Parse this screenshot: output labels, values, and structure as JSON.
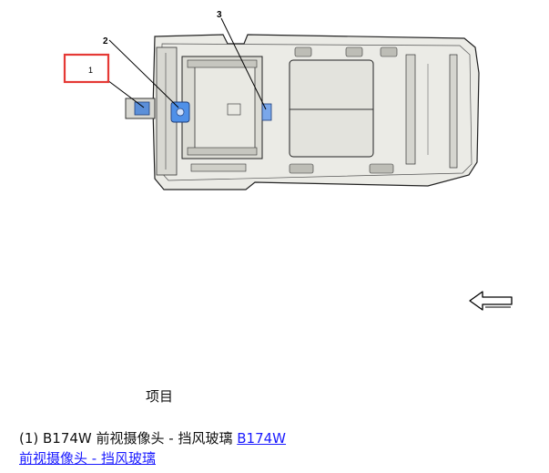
{
  "figure": {
    "callouts": [
      {
        "number": "1",
        "highlighted": true
      },
      {
        "number": "2",
        "highlighted": false
      },
      {
        "number": "3",
        "highlighted": false
      }
    ],
    "highlight_color": "#e53935",
    "component_color": "#4f90e8"
  },
  "table": {
    "header": "项目",
    "items": [
      {
        "label": "(1) B174W 前视摄像头 - 挡风玻璃",
        "link_part1": "B174W",
        "link_part2": "前视摄像头 - 挡风玻璃"
      }
    ]
  }
}
